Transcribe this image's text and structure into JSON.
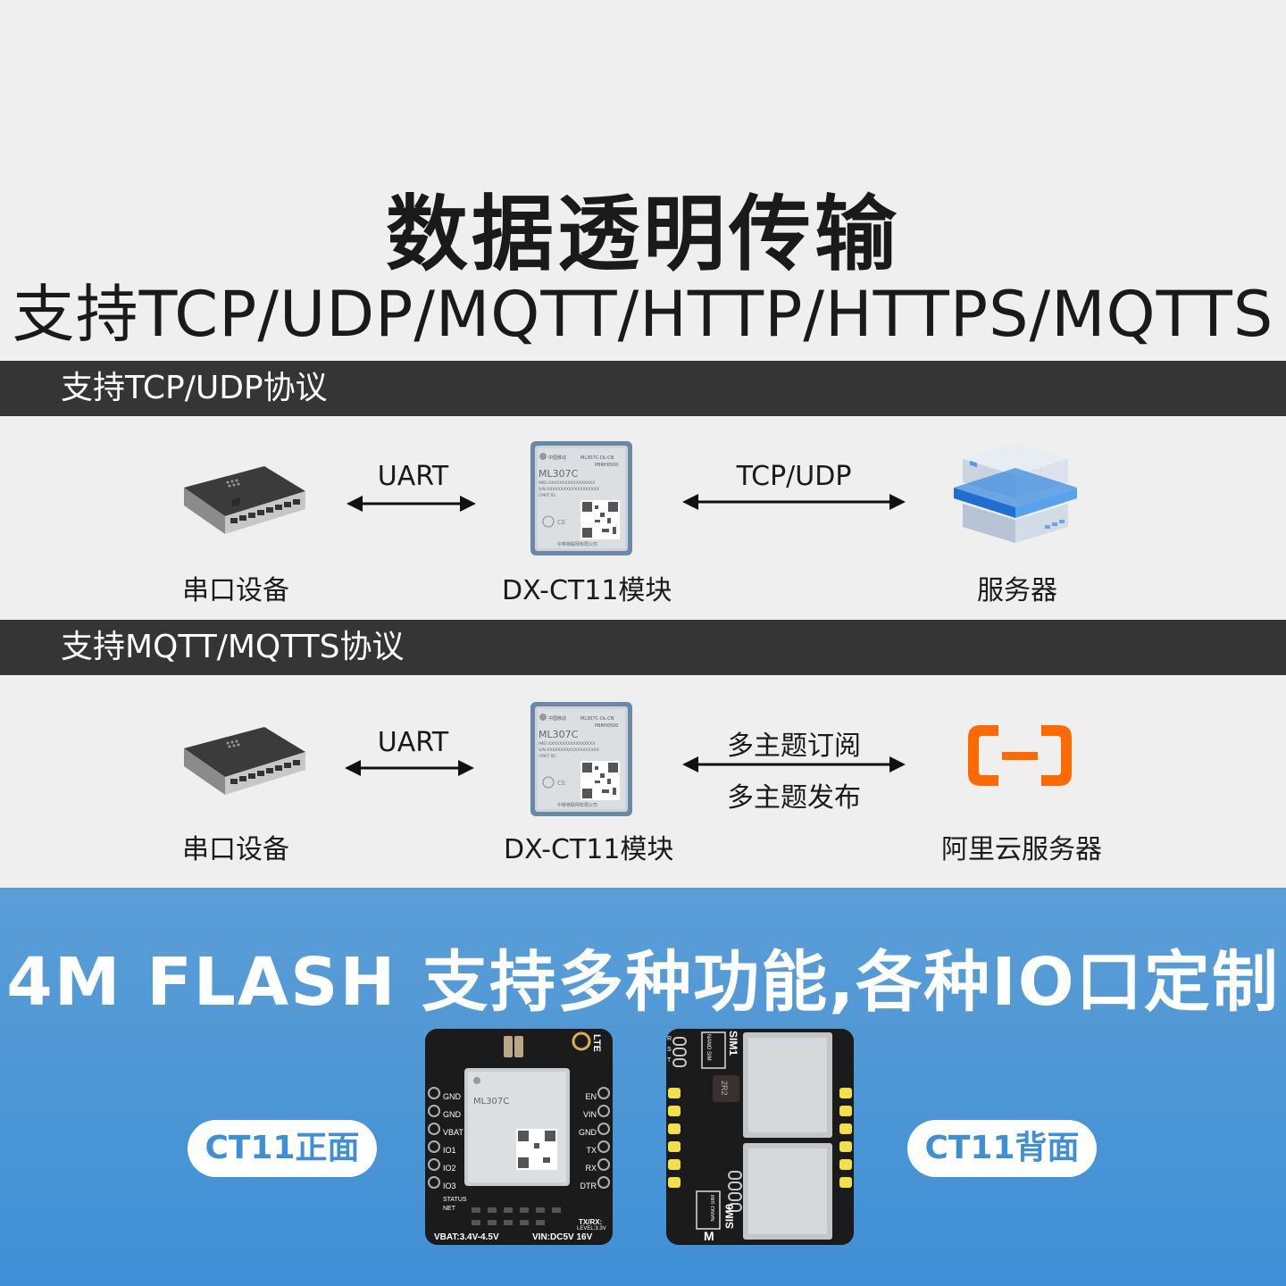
{
  "heading": {
    "title": "数据透明传输",
    "subtitle": "支持TCP/UDP/MQTT/HTTP/HTTPS/MQTTS"
  },
  "section1": {
    "band": "支持TCP/UDP协议",
    "left_label": "串口设备",
    "mid_label": "DX-CT11模块",
    "right_label": "服务器",
    "link_left": "UART",
    "link_right": "TCP/UDP"
  },
  "section2": {
    "band": "支持MQTT/MQTTS协议",
    "left_label": "串口设备",
    "mid_label": "DX-CT11模块",
    "right_label": "阿里云服务器",
    "link_left": "UART",
    "link_right_top": "多主题订阅",
    "link_right_bottom": "多主题发布"
  },
  "module_chip": {
    "model": "ML307C",
    "brand_cn": "中国移动",
    "part": "ML307C - DL - CN",
    "code": "PBRH0500",
    "imei": "IMEI:XXXXXXXXXXXXXXXXX",
    "sn": "S/N:XXXXXXXXXXXXXXXXXXX",
    "cmiit": "CMIIT ID:",
    "maker": "中移物联网有限公司"
  },
  "bottom": {
    "title": "4M FLASH  支持多种功能,各种IO口定制",
    "front_pill": "CT11正面",
    "back_pill": "CT11背面",
    "front_board": {
      "lte": "LTE",
      "pins_left": [
        "GND",
        "GND",
        "VBAT",
        "IO1",
        "IO2",
        "IO3"
      ],
      "pins_right": [
        "EN",
        "VIN",
        "GND",
        "TX",
        "RX",
        "DTR"
      ],
      "status": "STATUS",
      "net": "NET",
      "txrx": "TX/RX:",
      "level": "LEVEL:3.3V",
      "vbat": "VBAT:3.4V-4.5V",
      "vin": "VIN:DC5V 16V"
    },
    "back_board": {
      "sim1": "SIM1",
      "sim0": "SIM0",
      "nano_sim_top": "NANO SIM",
      "nano_sim_bottom": "NANO SIM",
      "inductor": "2R2",
      "m_mark": "M",
      "rst_letters": [
        "R",
        "S",
        "T"
      ]
    }
  },
  "colors": {
    "band": "#353535",
    "blue": "#3f8fd6",
    "aliyun": "#ff6a00"
  }
}
